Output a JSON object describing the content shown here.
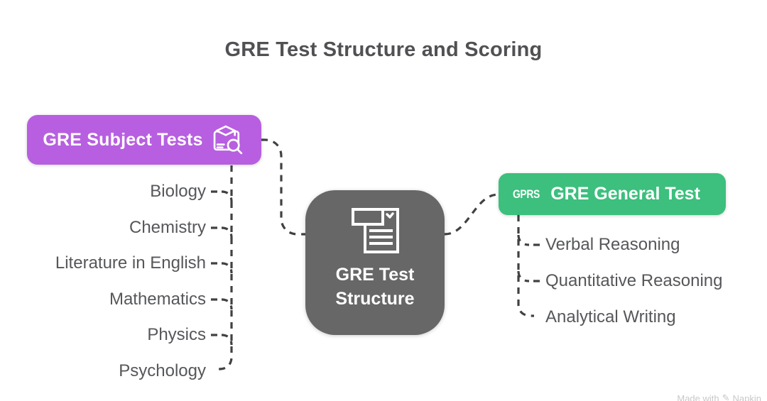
{
  "title": "GRE Test Structure and Scoring",
  "center": {
    "label_line1": "GRE Test",
    "label_line2": "Structure",
    "icon": "document-check-icon"
  },
  "subject_tests": {
    "label": "GRE Subject Tests",
    "icon": "graduation-search-icon",
    "items": [
      "Biology",
      "Chemistry",
      "Literature in English",
      "Mathematics",
      "Physics",
      "Psychology"
    ]
  },
  "general_test": {
    "label": "GRE General Test",
    "badge": "GPRS",
    "items": [
      "Verbal Reasoning",
      "Quantitative Reasoning",
      "Analytical Writing"
    ]
  },
  "watermark": {
    "prefix": "Made with",
    "icon_glyph": "✎",
    "brand": "Napkin"
  },
  "colors": {
    "subject_purple": "#b75fe0",
    "general_green": "#3dbf7d",
    "center_gray": "#676767",
    "connector": "#414141",
    "title_text": "#515154",
    "leaf_text": "#56575a"
  }
}
